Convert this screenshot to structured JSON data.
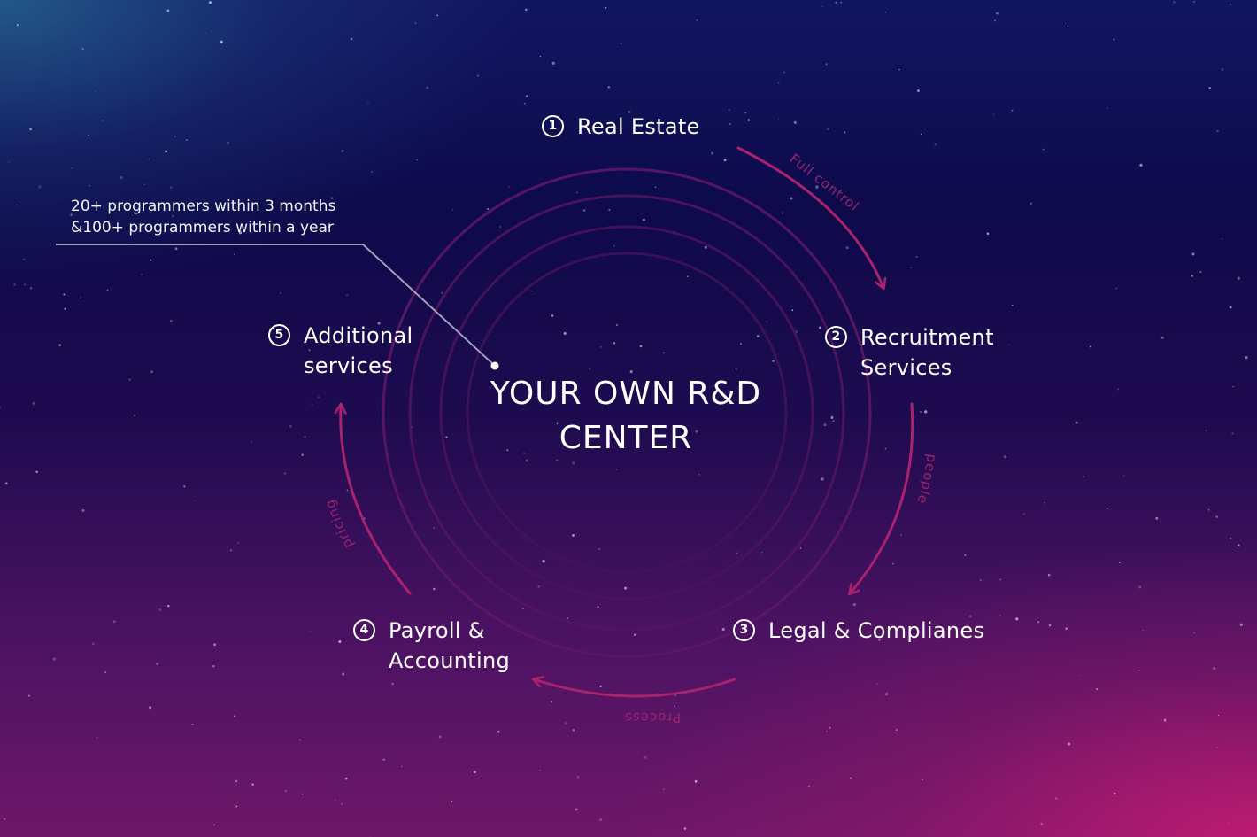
{
  "center": {
    "title": "YOUR OWN R&D\nCENTER"
  },
  "callout": {
    "text": "20+ programmers within 3 months\n&100+ programmers within a year"
  },
  "steps": [
    {
      "number": "1",
      "label": "Real Estate"
    },
    {
      "number": "2",
      "label": "Recruitment\nServices"
    },
    {
      "number": "3",
      "label": "Legal & Complianes"
    },
    {
      "number": "4",
      "label": "Payroll &\nAccounting"
    },
    {
      "number": "5",
      "label": "Additional\nservices"
    }
  ],
  "arrows": {
    "full_control": "Full control",
    "people": "people",
    "process": "Process",
    "pricing": "pricing"
  },
  "colors": {
    "ring": "#6e1a6e",
    "arrow": "#a8226e",
    "text": "#ffffff"
  }
}
